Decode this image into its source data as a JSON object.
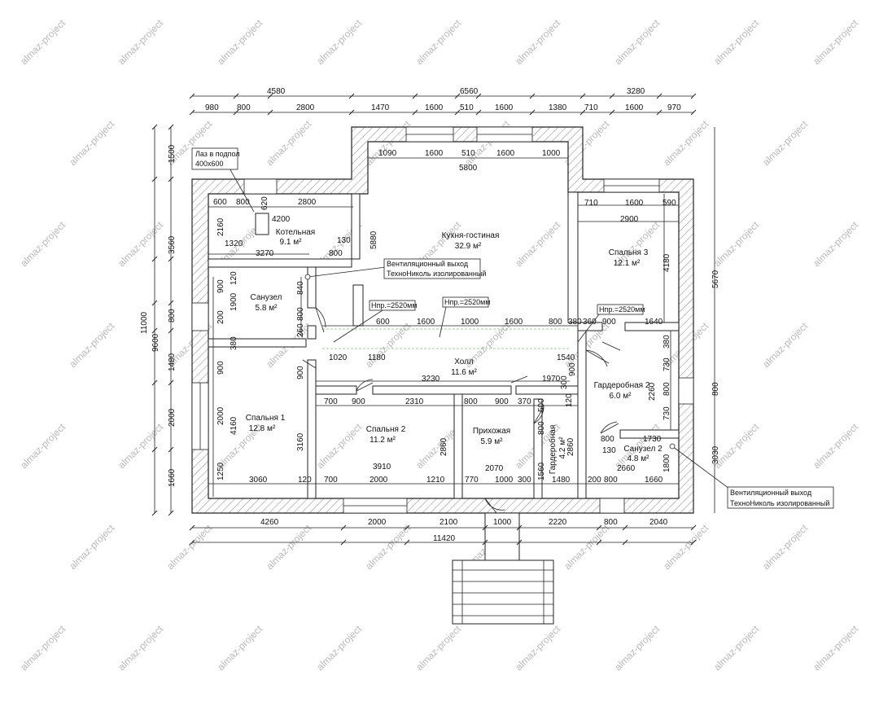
{
  "watermark": "almaz-project",
  "rooms": {
    "boiler": {
      "name": "Котельная",
      "area": "9.1 м²"
    },
    "bath1": {
      "name": "Санузел",
      "area": "5.8 м²"
    },
    "kitchen": {
      "name": "Кухня-гостиная",
      "area": "32.9 м²"
    },
    "bed3": {
      "name": "Спальня 3",
      "area": "12.1 м²"
    },
    "hall": {
      "name": "Холл",
      "area": "11.6 м²"
    },
    "bed1": {
      "name": "Спальня 1",
      "area": "12.8 м²"
    },
    "bed2": {
      "name": "Спальня 2",
      "area": "11.2 м²"
    },
    "entry": {
      "name": "Прихожая",
      "area": "5.9 м²"
    },
    "closet1": {
      "name": "Гардеробная",
      "area": "4.2 м²"
    },
    "closet2": {
      "name": "Гардеробная 2",
      "area": "6.0 м²"
    },
    "bath2": {
      "name": "Санузел 2",
      "area": "4.8 м²"
    }
  },
  "notes": {
    "hatch_line1": "Лаз в подпол",
    "hatch_line2": "400х600",
    "vent1_line1": "Вентиляционный выход",
    "vent1_line2": "ТехноНиколь изолированный",
    "vent2_line1": "Вентиляционный выход",
    "vent2_line2": "ТехноНиколь изолированный",
    "hpr1": "Нпр.=2520мм",
    "hpr2": "Нпр.=2520мм",
    "hpr3": "Нпр.=2520мм"
  },
  "dims": {
    "top_overall": [
      "4580",
      "6560",
      "3280"
    ],
    "top_chain": [
      "980",
      "800",
      "2800",
      "1470",
      "1600",
      "510",
      "1600",
      "1380",
      "710",
      "1600",
      "970"
    ],
    "kitchen_windows": [
      "1090",
      "1600",
      "510",
      "1600",
      "1000"
    ],
    "kitchen_width": "5800",
    "boiler_top": [
      "600",
      "800",
      "2800"
    ],
    "boiler_misc": [
      "620",
      "4200",
      "2160",
      "1320",
      "3270",
      "800",
      "130",
      "5880"
    ],
    "bed3_top": [
      "710",
      "1600",
      "590"
    ],
    "bed3_width": "2900",
    "bed3_height": "4180",
    "bath1": [
      "900",
      "120",
      "1900",
      "200",
      "840",
      "800",
      "260",
      "380"
    ],
    "hall_row": [
      "600",
      "1600",
      "1000",
      "1600",
      "800",
      "380",
      "360",
      "900",
      "1640"
    ],
    "hall_lower": [
      "1020",
      "1180",
      "1540",
      "3230",
      "1970",
      "900",
      "300",
      "380",
      "730",
      "800",
      "730"
    ],
    "bedroom_row": [
      "700",
      "900",
      "2310",
      "800",
      "900",
      "370",
      "120",
      "500",
      "800"
    ],
    "bed1": [
      "900",
      "2000",
      "4160",
      "1250",
      "3060",
      "120",
      "900",
      "3160"
    ],
    "bed2": [
      "2860",
      "3910",
      "700",
      "2000",
      "1210"
    ],
    "entry": [
      "2070",
      "770",
      "1000",
      "300",
      "1560",
      "1480",
      "2860"
    ],
    "closet2": [
      "2260",
      "800",
      "130",
      "1730",
      "2660",
      "1800",
      "200",
      "800",
      "1660"
    ],
    "left_overall": [
      "11000",
      "9600",
      "1480"
    ],
    "left_chain": [
      "1500",
      "3560",
      "800",
      "1480",
      "2000",
      "1660"
    ],
    "right_chain": [
      "5670",
      "800",
      "3030"
    ],
    "bottom_chain": [
      "4260",
      "2000",
      "2100",
      "1000",
      "2220",
      "800",
      "2040"
    ],
    "bottom_overall": "11420"
  }
}
